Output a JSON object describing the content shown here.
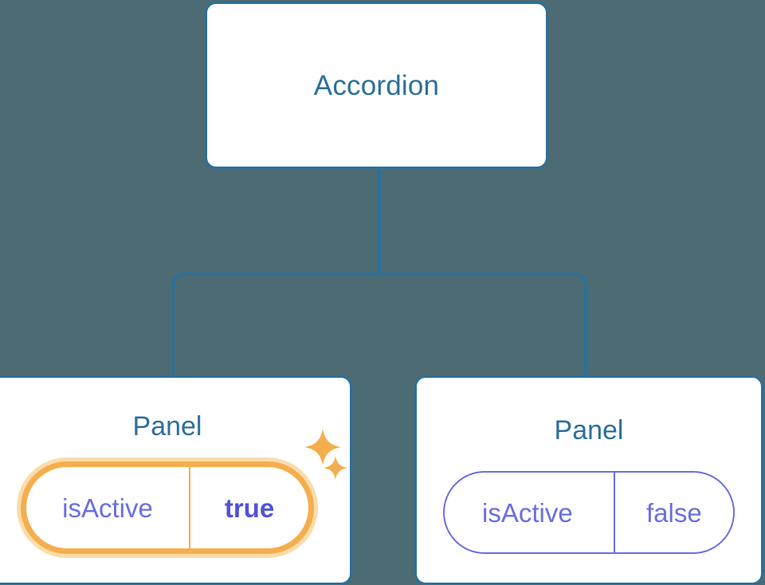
{
  "diagram": {
    "type": "component-tree",
    "background_color": "#4c6b73",
    "node_border_color": "#2d7099",
    "node_text_color": "#2d7099",
    "connector_color": "#2d7099",
    "prop_color": "#6a6fe0",
    "highlight_color": "#f5ae4e",
    "highlight_glow_color": "#fbdcac",
    "highlight_value_color": "#4f52d8"
  },
  "root": {
    "label": "Accordion"
  },
  "children": [
    {
      "label": "Panel",
      "highlighted": true,
      "prop": {
        "key": "isActive",
        "value": "true"
      },
      "sparkles": [
        "sparkle-large-icon",
        "sparkle-small-icon"
      ]
    },
    {
      "label": "Panel",
      "highlighted": false,
      "prop": {
        "key": "isActive",
        "value": "false"
      }
    }
  ]
}
